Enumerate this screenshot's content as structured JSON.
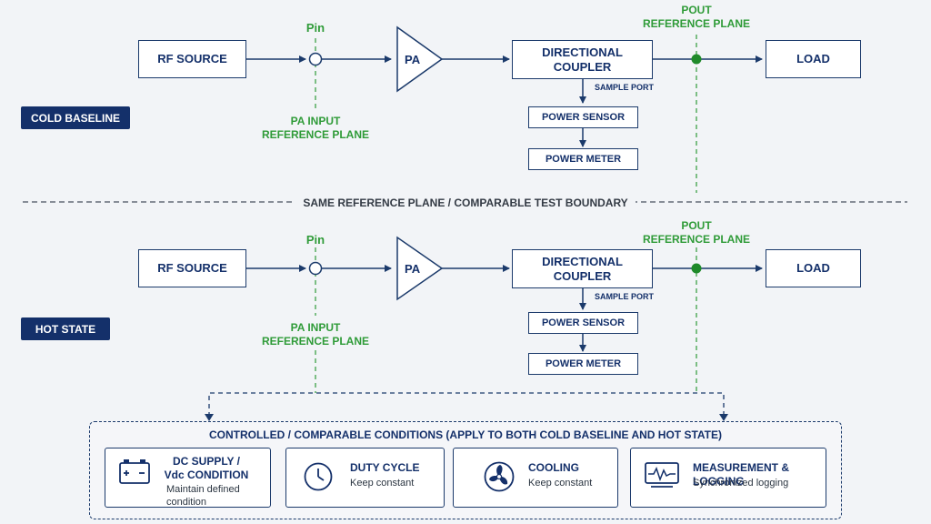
{
  "diagram": {
    "divider_label": "SAME REFERENCE PLANE / COMPARABLE TEST BOUNDARY",
    "sections": [
      {
        "tag": "COLD BASELINE",
        "rf_source": "RF SOURCE",
        "pin_label": "Pin",
        "pa_input_label": "PA INPUT\nREFERENCE PLANE",
        "pa": "PA",
        "coupler": "DIRECTIONAL\nCOUPLER",
        "sample_port": "SAMPLE PORT",
        "power_sensor": "POWER SENSOR",
        "power_meter": "POWER METER",
        "pout_label": "POUT\nREFERENCE PLANE",
        "load": "LOAD"
      },
      {
        "tag": "HOT STATE",
        "rf_source": "RF SOURCE",
        "pin_label": "Pin",
        "pa_input_label": "PA INPUT\nREFERENCE PLANE",
        "pa": "PA",
        "coupler": "DIRECTIONAL\nCOUPLER",
        "sample_port": "SAMPLE PORT",
        "power_sensor": "POWER SENSOR",
        "power_meter": "POWER METER",
        "pout_label": "POUT\nREFERENCE PLANE",
        "load": "LOAD"
      }
    ],
    "conditions": {
      "title": "CONTROLLED / COMPARABLE CONDITIONS (APPLY TO BOTH COLD BASELINE AND HOT STATE)",
      "items": [
        {
          "icon": "battery-icon",
          "heading": "DC SUPPLY /\nVdc CONDITION",
          "sub": "Maintain defined\ncondition"
        },
        {
          "icon": "clock-icon",
          "heading": "DUTY CYCLE",
          "sub": "Keep constant"
        },
        {
          "icon": "fan-icon",
          "heading": "COOLING",
          "sub": "Keep constant"
        },
        {
          "icon": "monitor-waveform-icon",
          "heading": "MEASUREMENT & LOGGING",
          "sub": "Synchronized logging"
        }
      ]
    },
    "colors": {
      "navy": "#14306a",
      "green": "#2f9b38",
      "background": "#f2f4f7"
    }
  }
}
